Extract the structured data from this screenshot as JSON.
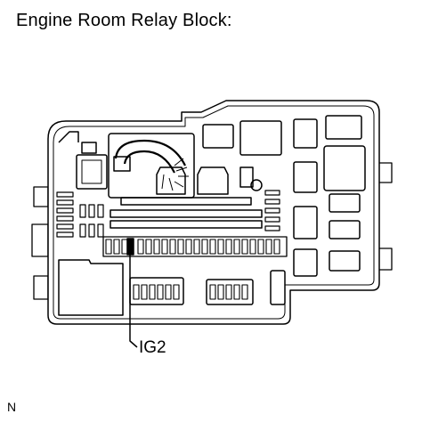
{
  "title": "Engine Room Relay Block:",
  "callout": {
    "label": "IG2"
  },
  "footnote": "N",
  "colors": {
    "line": "#000000",
    "fill": "#ffffff",
    "highlight": "#000000"
  }
}
